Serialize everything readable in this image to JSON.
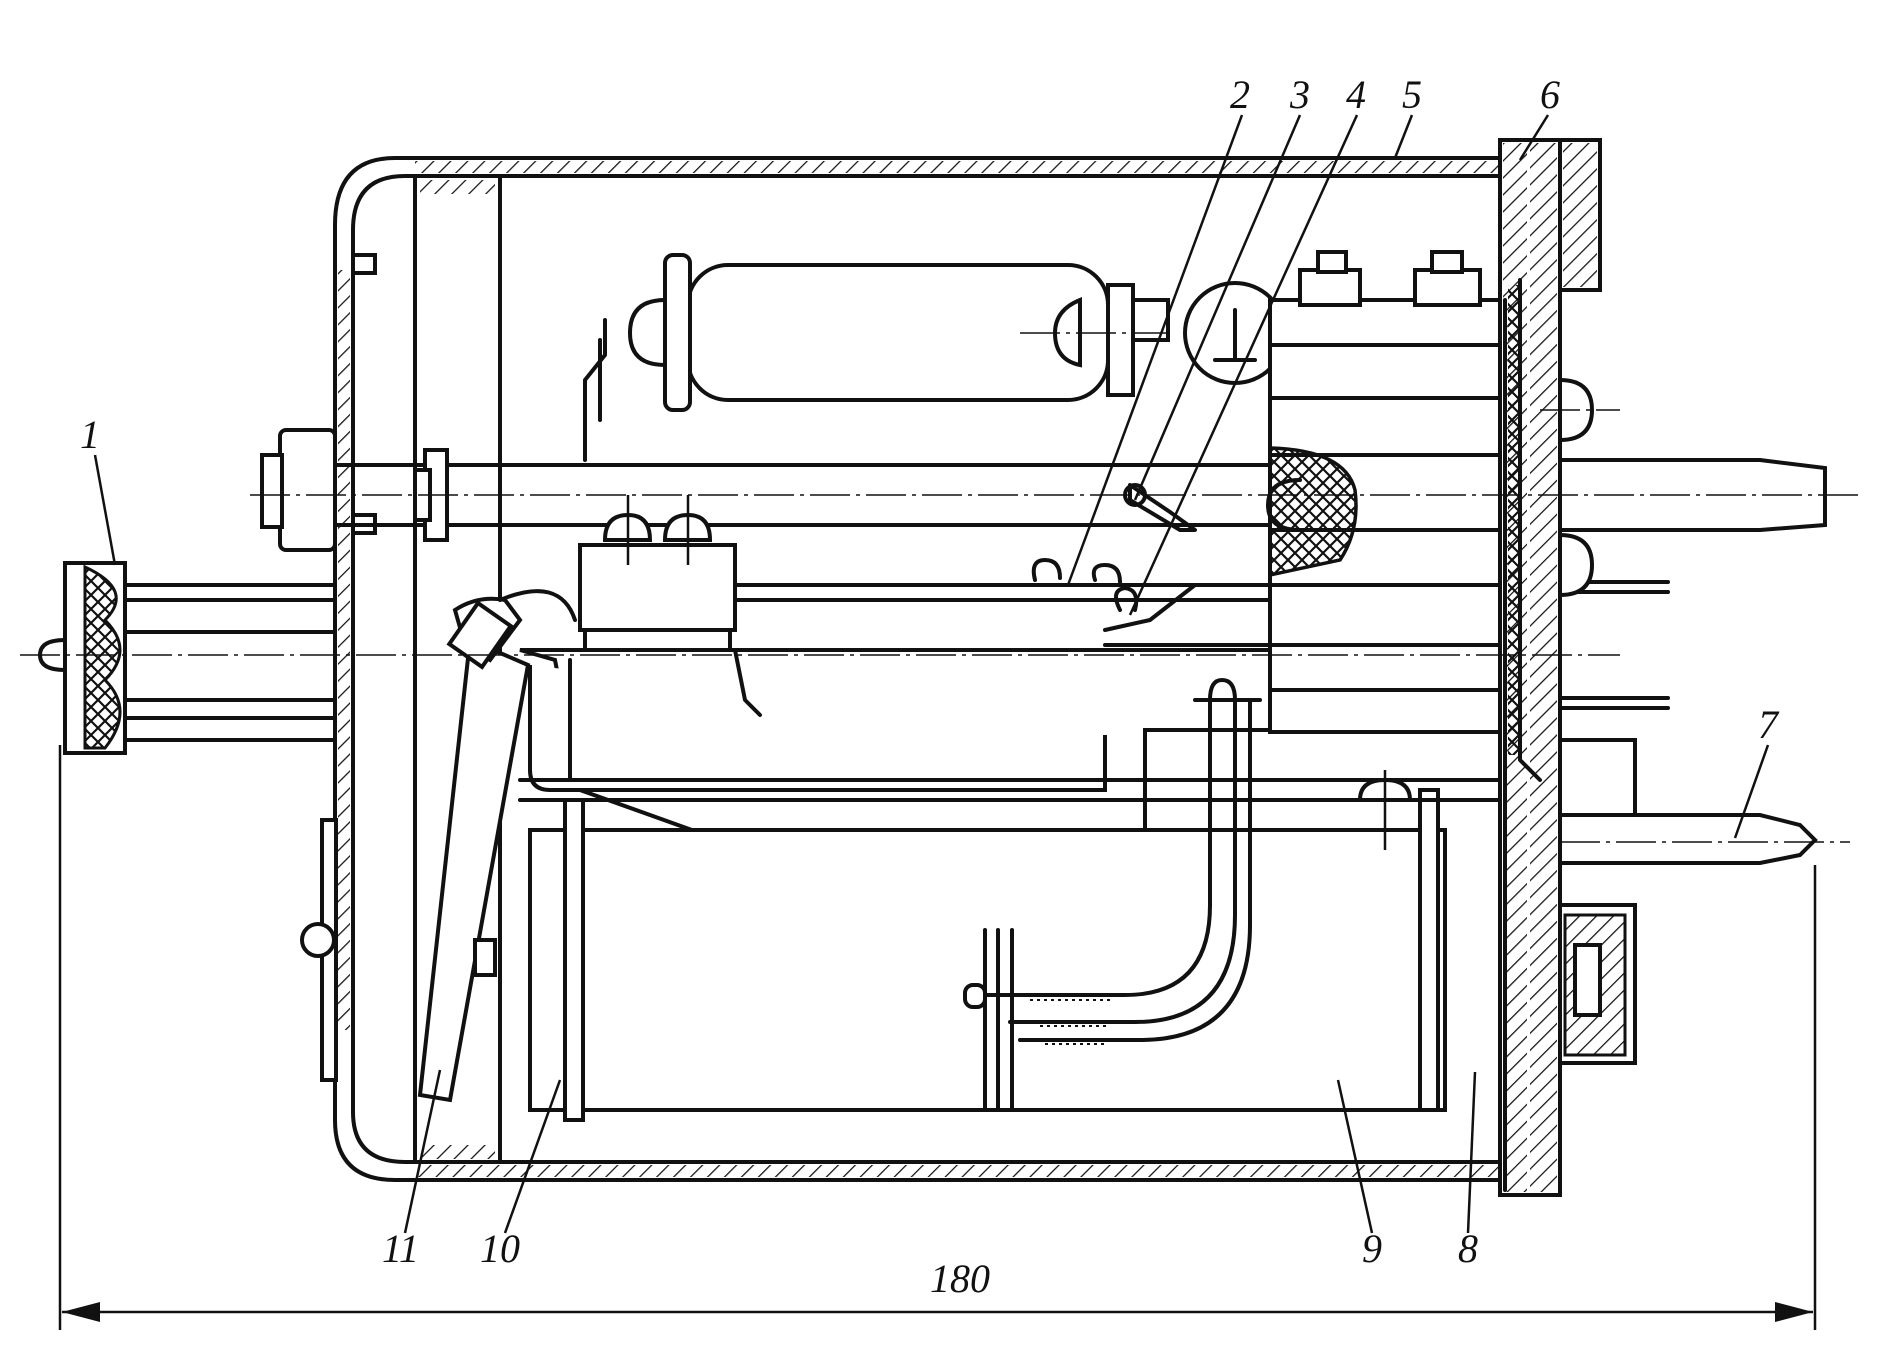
{
  "callouts": {
    "c1": "1",
    "c2": "2",
    "c3": "3",
    "c4": "4",
    "c5": "5",
    "c6": "6",
    "c7": "7",
    "c8": "8",
    "c9": "9",
    "c10": "10",
    "c11": "11"
  },
  "dimension": {
    "overall_length": "180"
  },
  "colors": {
    "ink": "#111111",
    "paper": "#ffffff"
  }
}
